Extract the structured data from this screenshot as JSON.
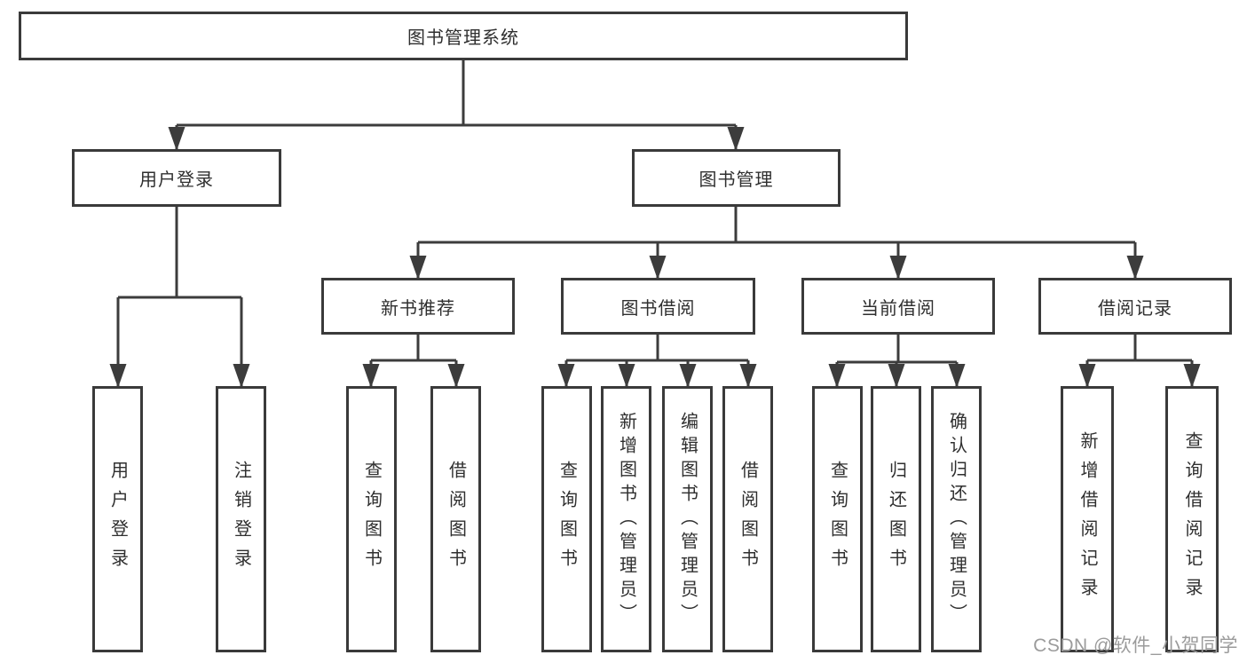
{
  "diagram_title": "图书管理系统",
  "nodes": {
    "root": "图书管理系统",
    "user_login": "用户登录",
    "book_mgmt": "图书管理",
    "new_book_rec": "新书推荐",
    "book_borrow": "图书借阅",
    "current_borrow": "当前借阅",
    "borrow_records": "借阅记录",
    "leaf_user_login": "用户登录",
    "leaf_logout": "注销登录",
    "leaf_nb_query": "查询图书",
    "leaf_nb_borrow": "借阅图书",
    "leaf_bb_query": "查询图书",
    "leaf_bb_add": "新增图书（管理员）",
    "leaf_bb_edit": "编辑图书（管理员）",
    "leaf_bb_borrow": "借阅图书",
    "leaf_cb_query": "查询图书",
    "leaf_cb_return": "归还图书",
    "leaf_cb_confirm": "确认归还（管理员）",
    "leaf_br_add": "新增借阅记录",
    "leaf_br_query": "查询借阅记录"
  },
  "hierarchy": {
    "图书管理系统": [
      "用户登录",
      "图书管理"
    ],
    "用户登录": [
      "用户登录",
      "注销登录"
    ],
    "图书管理": [
      "新书推荐",
      "图书借阅",
      "当前借阅",
      "借阅记录"
    ],
    "新书推荐": [
      "查询图书",
      "借阅图书"
    ],
    "图书借阅": [
      "查询图书",
      "新增图书（管理员）",
      "编辑图书（管理员）",
      "借阅图书"
    ],
    "当前借阅": [
      "查询图书",
      "归还图书",
      "确认归还（管理员）"
    ],
    "借阅记录": [
      "新增借阅记录",
      "查询借阅记录"
    ]
  },
  "watermark": "CSDN @软件_小贺同学",
  "colors": {
    "line": "#3c3c3c",
    "box_border": "#3a3a3a",
    "text": "#2f2f2f",
    "watermark": "#9b9b9b",
    "background": "#ffffff"
  }
}
